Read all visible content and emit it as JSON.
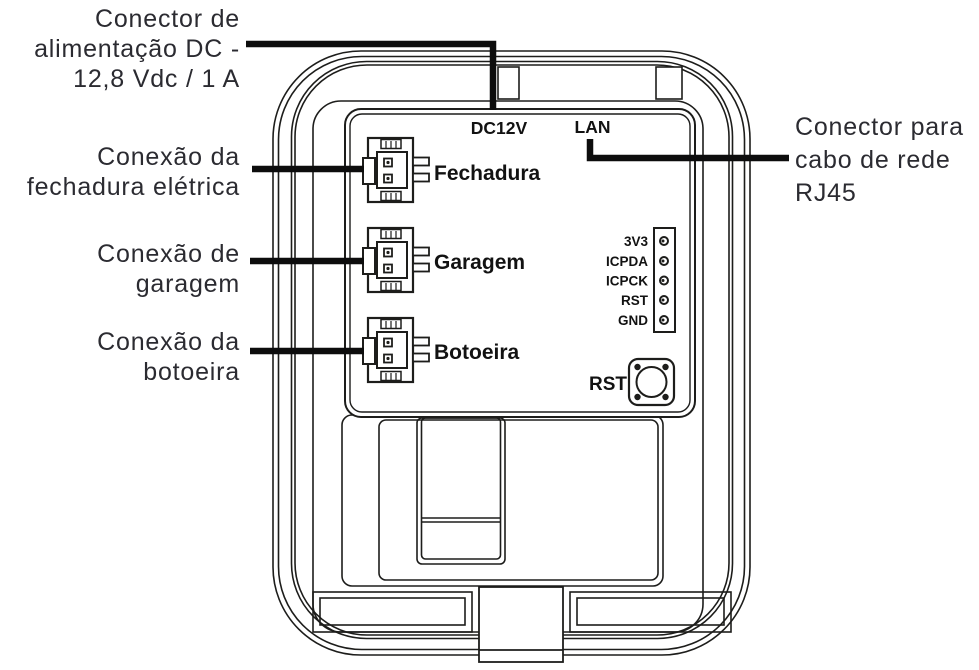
{
  "figure": {
    "left_callouts": {
      "power": {
        "lines": [
          "Conector de",
          "alimentação DC -",
          "12,8 Vdc / 1 A"
        ]
      },
      "lock": {
        "lines": [
          "Conexão da",
          "fechadura elétrica"
        ]
      },
      "garage": {
        "lines": [
          "Conexão de",
          "garagem"
        ]
      },
      "button": {
        "lines": [
          "Conexão da",
          "botoeira"
        ]
      }
    },
    "right_callout": {
      "lines": [
        "Conector para",
        "cabo de rede",
        "RJ45"
      ]
    },
    "board": {
      "power_label": "DC12V",
      "lan_label": "LAN",
      "lock_label": "Fechadura",
      "garage_label": "Garagem",
      "button_label": "Botoeira",
      "reset_label": "RST",
      "pin_labels": [
        "3V3",
        "ICPDA",
        "ICPCK",
        "RST",
        "GND"
      ]
    },
    "colors": {
      "outline": "#1d1d1b",
      "leader": "#0d0d0d",
      "callout_text": "#2b2b31",
      "board_text": "#121212"
    }
  }
}
